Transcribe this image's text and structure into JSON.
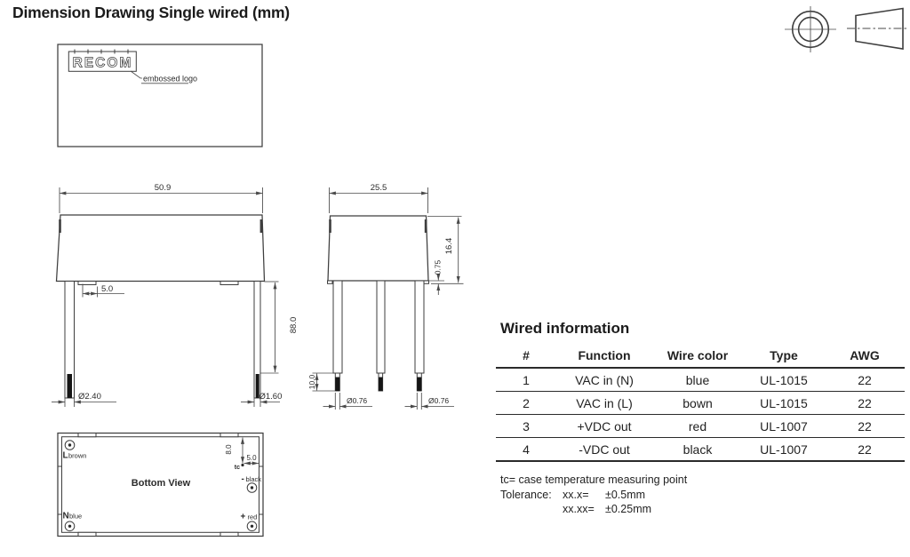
{
  "title": "Dimension Drawing Single wired (mm)",
  "top_view": {
    "logo": "RECOM",
    "callout": "embossed logo"
  },
  "front_view": {
    "width": "50.9",
    "pin_offset": "5.0",
    "wire_length": "88.0",
    "dia_left": "Ø2.40",
    "dia_right": "Ø1.60"
  },
  "side_view": {
    "width": "25.5",
    "height": "16.4",
    "standoff": "0.75",
    "strip": "10.0",
    "dia_1": "Ø0.76",
    "dia_2": "Ø0.76"
  },
  "bottom_view": {
    "title": "Bottom View",
    "l": "L",
    "l_color": "brown",
    "n": "N",
    "n_color": "blue",
    "minus": "-",
    "minus_color": "black",
    "plus": "+",
    "plus_color": "red",
    "tc": "tc",
    "dim_v": "8.0",
    "dim_h": "5.0"
  },
  "table": {
    "title": "Wired information",
    "headers": [
      "#",
      "Function",
      "Wire color",
      "Type",
      "AWG"
    ],
    "rows": [
      [
        "1",
        "VAC in (N)",
        "blue",
        "UL-1015",
        "22"
      ],
      [
        "2",
        "VAC in (L)",
        "bown",
        "UL-1015",
        "22"
      ],
      [
        "3",
        "+VDC out",
        "red",
        "UL-1007",
        "22"
      ],
      [
        "4",
        "-VDC out",
        "black",
        "UL-1007",
        "22"
      ]
    ]
  },
  "notes": {
    "line1": "tc= case temperature measuring point",
    "tol_label": "Tolerance:",
    "tol1_key": "xx.x=",
    "tol1_val": "±0.5mm",
    "tol2_key": "xx.xx=",
    "tol2_val": "±0.25mm"
  },
  "colors": {
    "ink": "#3e3e3e",
    "dim": "#4a4a4a",
    "text": "#2b2b2b",
    "wire_tip": "#161616"
  }
}
